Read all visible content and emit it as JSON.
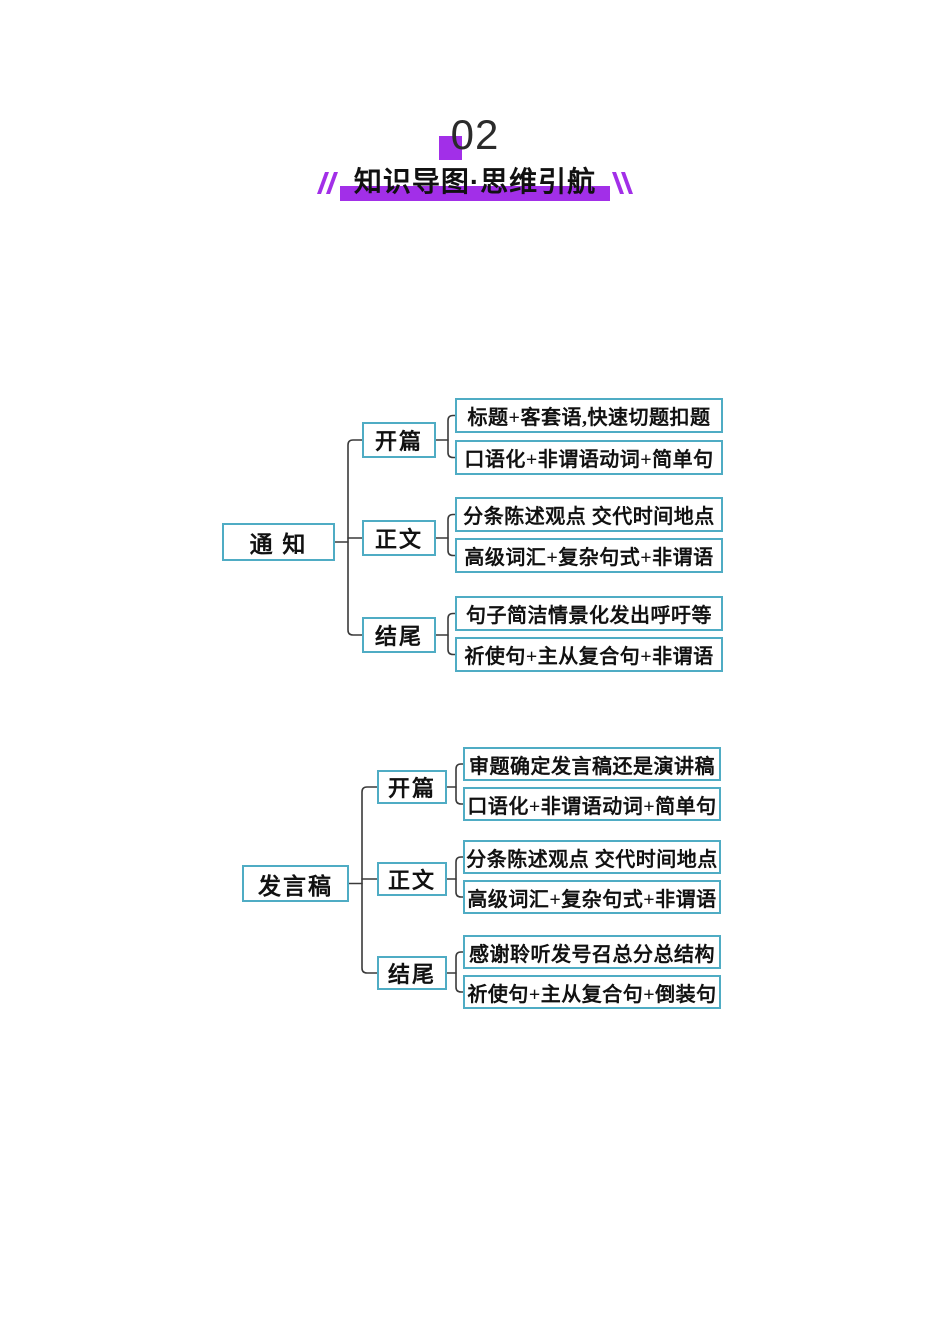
{
  "header": {
    "number": "02",
    "title": "知识导图·思维引航"
  },
  "maps": [
    {
      "root": "通 知",
      "branches": [
        {
          "label": "开篇",
          "leaves": [
            "标题+客套语,快速切题扣题",
            "口语化+非谓语动词+简单句"
          ]
        },
        {
          "label": "正文",
          "leaves": [
            "分条陈述观点 交代时间地点",
            "高级词汇+复杂句式+非谓语"
          ]
        },
        {
          "label": "结尾",
          "leaves": [
            "句子简洁情景化发出呼吁等",
            "祈使句+主从复合句+非谓语"
          ]
        }
      ]
    },
    {
      "root": "发言稿",
      "branches": [
        {
          "label": "开篇",
          "leaves": [
            "审题确定发言稿还是演讲稿",
            "口语化+非谓语动词+简单句"
          ]
        },
        {
          "label": "正文",
          "leaves": [
            "分条陈述观点 交代时间地点",
            "高级词汇+复杂句式+非谓语"
          ]
        },
        {
          "label": "结尾",
          "leaves": [
            "感谢聆听发号召总分总结构",
            "祈使句+主从复合句+倒装句"
          ]
        }
      ]
    }
  ],
  "colors": {
    "accent_purple": "#a22fe8",
    "box_border_teal": "#4facc4",
    "connector_line": "#3a3a3a"
  }
}
